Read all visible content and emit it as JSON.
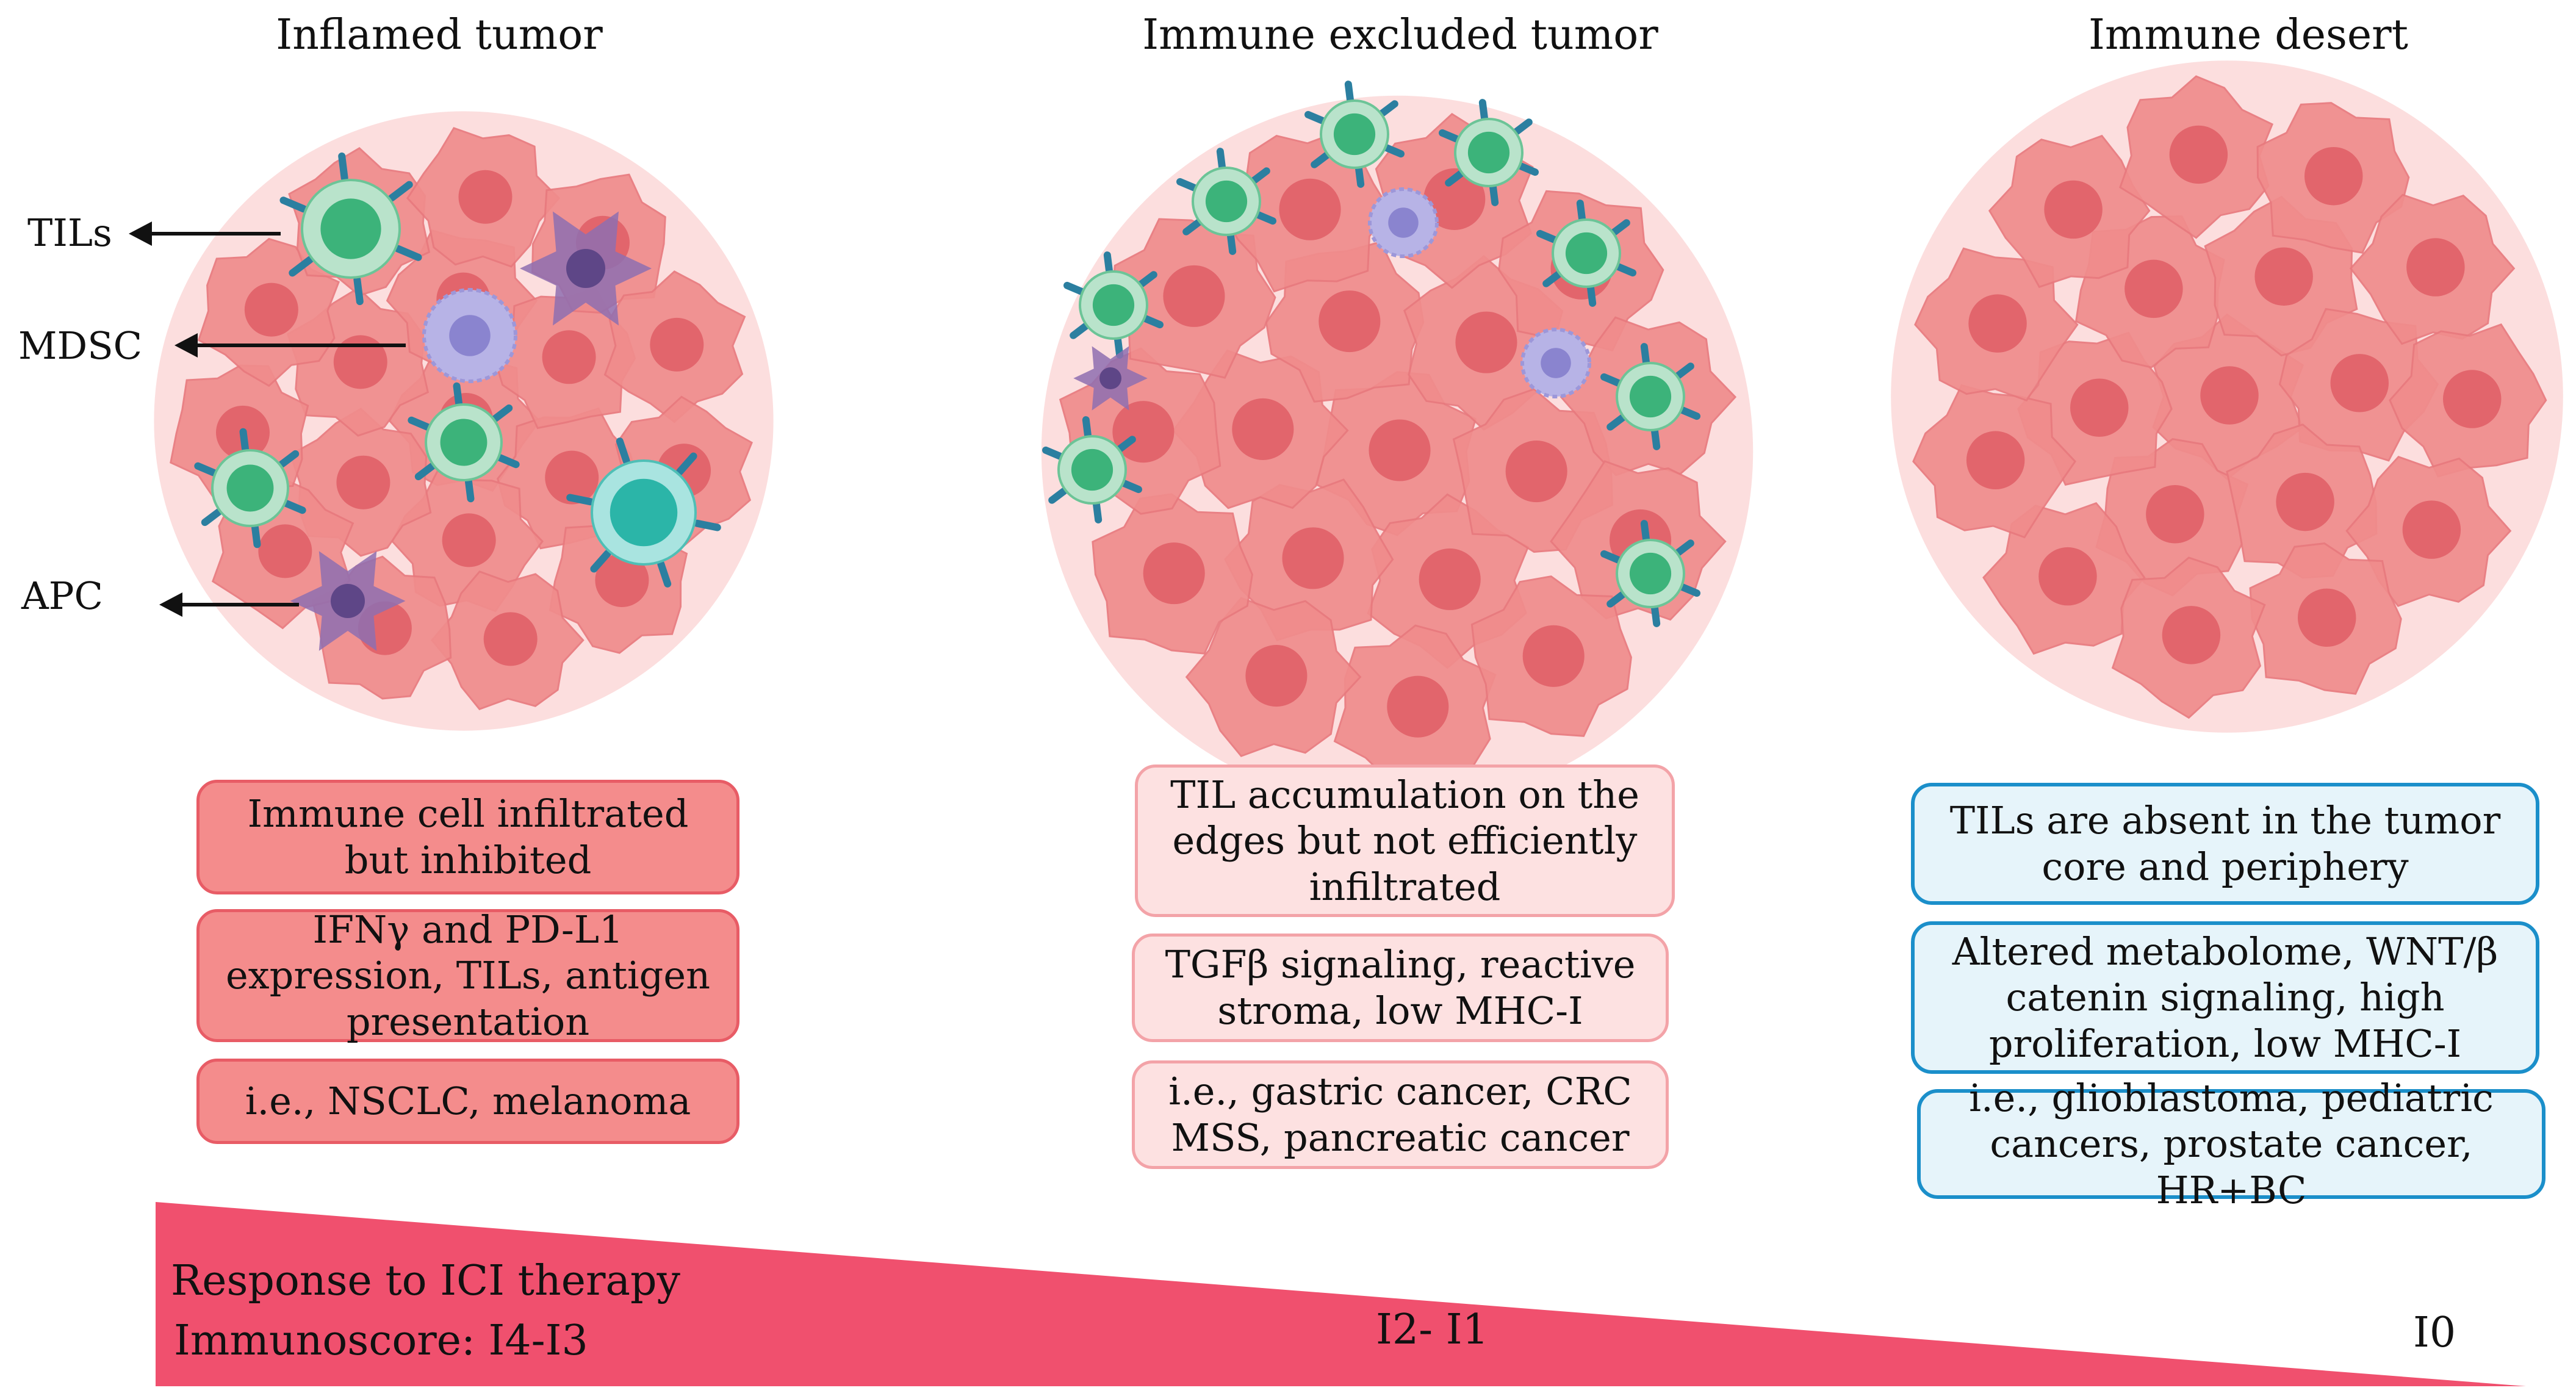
{
  "titles": {
    "inflamed": "Inflamed tumor",
    "excluded": "Immune excluded tumor",
    "desert": "Immune desert"
  },
  "labels": {
    "tils": "TILs",
    "mdsc": "MDSC",
    "apc": "APC"
  },
  "inflamed_boxes": [
    "Immune cell infiltrated but inhibited",
    "IFNγ and PD-L1 expression, TILs, antigen presentation",
    "i.e., NSCLC, melanoma"
  ],
  "excluded_boxes": [
    "TIL accumulation on the edges but not efficiently infiltrated",
    "TGFβ signaling, reactive stroma, low MHC-I",
    "i.e., gastric cancer, CRC MSS, pancreatic cancer"
  ],
  "desert_boxes": [
    "TILs are absent in the tumor core and periphery",
    "Altered metabolome, WNT/β catenin signaling, high proliferation, low MHC-I",
    "i.e., glioblastoma, pediatric cancers, prostate cancer, HR+BC"
  ],
  "gradient": {
    "line1": "Response to ICI therapy",
    "line2": "Immunoscore: I4-I3",
    "mid": "I2- I1",
    "end": "I0"
  },
  "colors": {
    "tumor_cell": "#f08c8c",
    "nucleus": "#e06068",
    "t_cell": "#3cb37a",
    "mdsc": "#b7b3e6",
    "apc": "#8e6fb0",
    "gradient_fill": "#f0506e",
    "box_red": "#f48c8c",
    "box_pink": "#fde1e1",
    "box_blue_border": "#1b8fca"
  }
}
